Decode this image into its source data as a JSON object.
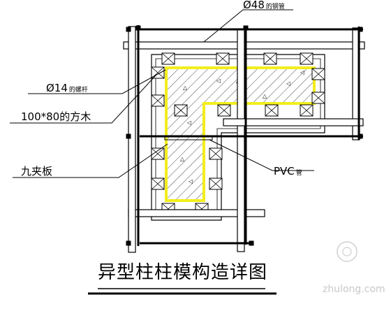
{
  "labels": {
    "steel_pipe_symbol": "Ø48",
    "steel_pipe_suffix": "的钢管",
    "bolt_symbol": "Ø14",
    "bolt_suffix": "的螺杆",
    "timber": "100*80的方木",
    "plywood": "九夹板",
    "pvc_main": "PVC",
    "pvc_suffix": "管"
  },
  "title": "异型柱柱模构造详图",
  "watermark": "zhulong.com",
  "colors": {
    "outline": "#000000",
    "column_highlight": "#f2ee1e",
    "watermark": "#c8c8c8"
  }
}
